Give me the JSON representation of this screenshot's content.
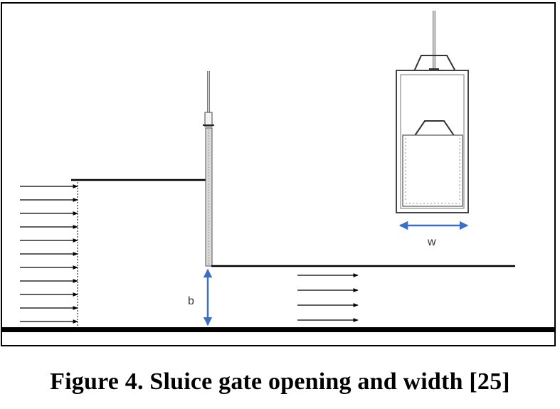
{
  "diagram": {
    "labels": {
      "gate_opening": "b",
      "gate_width": "w"
    },
    "colors": {
      "dimension_arrow": "#3a6fc4",
      "line": "#000000",
      "gate_fill": "#d9d9d9"
    },
    "upstream_flow_arrow_count": 11,
    "downstream_flow_arrow_count": 4
  },
  "caption": "Figure 4. Sluice gate opening and width [25]"
}
